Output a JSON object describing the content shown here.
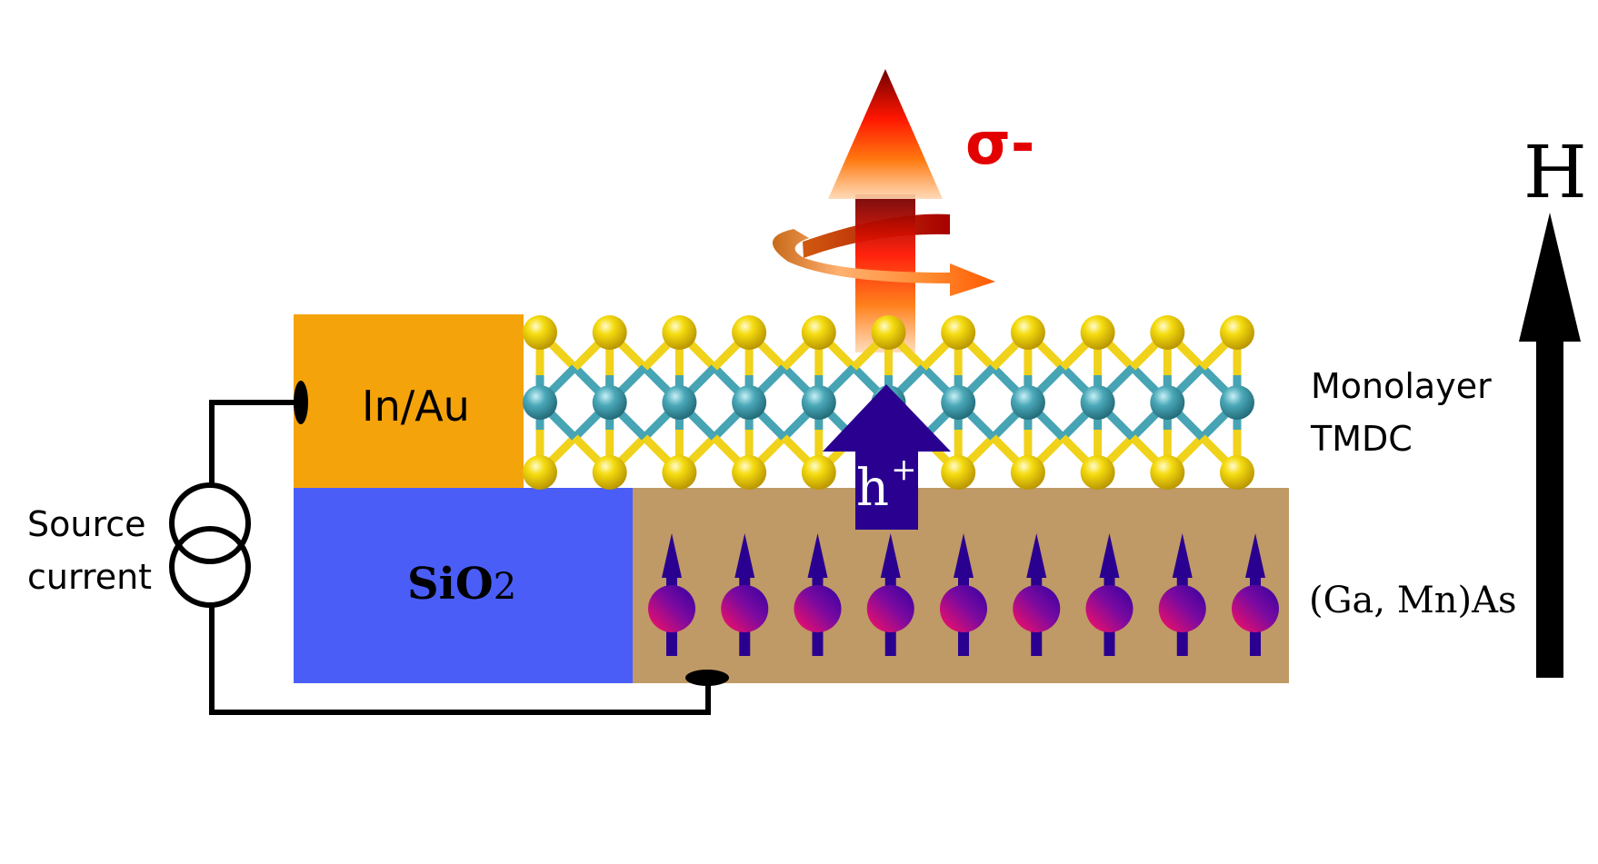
{
  "figure": {
    "title": "Spin-injection device schematic: monolayer TMDC on (Ga, Mn)As with circularly polarized emission",
    "labels": {
      "contact": "In/Au",
      "insulator": "SiO",
      "insulator_subscript": "2",
      "tmdc_line1": "Monolayer",
      "tmdc_line2": "TMDC",
      "ferromagnet": "(Ga, Mn)As",
      "source_line1": "Source",
      "source_line2": "current",
      "field": "H",
      "polarization": "σ-",
      "carrier": "h",
      "carrier_charge": "+"
    },
    "components": {
      "tmdc_unit_cells": 11,
      "spin_arrows": 9,
      "spin_direction": "up",
      "field_direction": "up",
      "emission_direction": "up",
      "circuit_symbol": "current-source"
    },
    "colors": {
      "contact": "#f5a30a",
      "insulator": "#4a5ef7",
      "ferromagnet": "#bf9966",
      "chalcogen_atom": "#f2d400",
      "metal_atom": "#3f9fae",
      "bond_yellow": "#f0d21a",
      "bond_teal": "#46a4b4",
      "carrier_arrow": "#2a0090",
      "spin_ball_start": "#ff1060",
      "spin_ball_end": "#3300a0",
      "emission_top": "#7a0000",
      "emission_mid": "#ff1a00",
      "emission_bottom": "#ff9a3c",
      "polarization_text": "#e30000",
      "wire": "#000000"
    }
  }
}
